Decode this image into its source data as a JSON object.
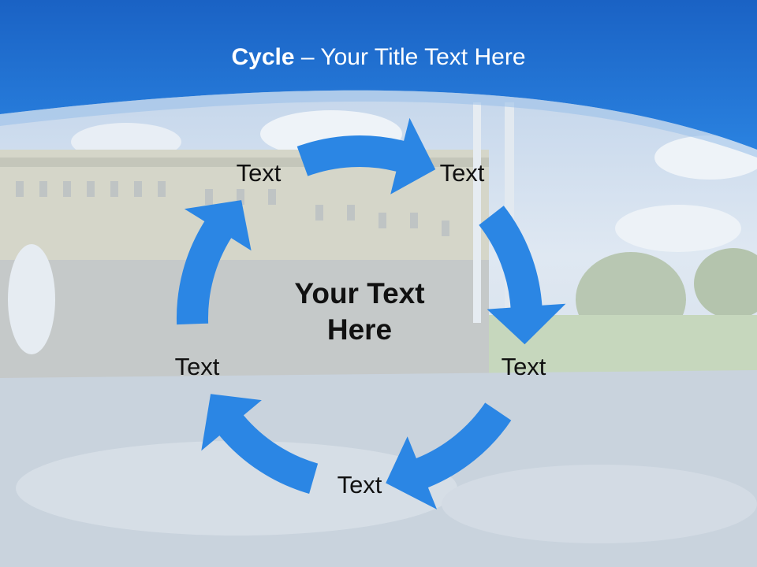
{
  "slide": {
    "title_bold": "Cycle",
    "title_rest": " – Your Title Text Here",
    "center_line1": "Your Text",
    "center_line2": "Here",
    "steps": [
      {
        "label": "Text"
      },
      {
        "label": "Text"
      },
      {
        "label": "Text"
      },
      {
        "label": "Text"
      },
      {
        "label": "Text"
      }
    ]
  },
  "colors": {
    "header_blue": "#1e6ed2",
    "arrow_blue": "#2b86e4",
    "text": "#111111",
    "title_text": "#ffffff"
  }
}
